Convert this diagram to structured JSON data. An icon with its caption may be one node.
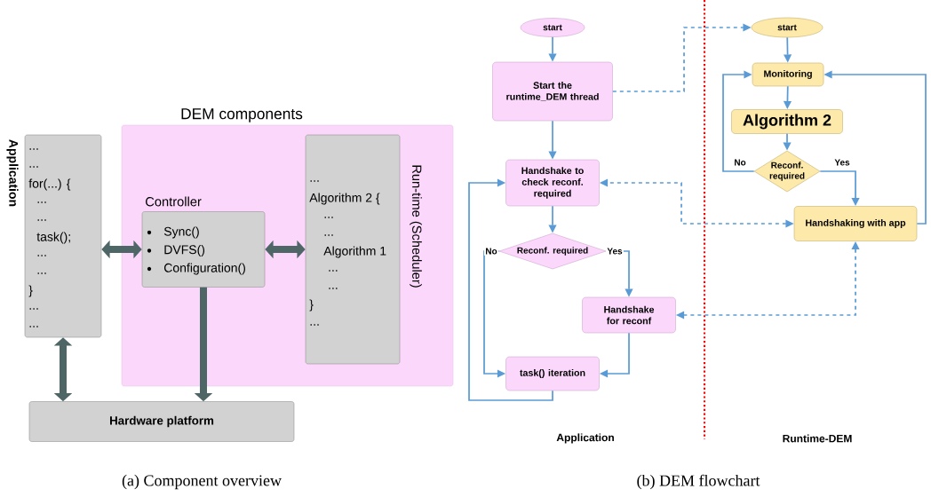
{
  "diagram": {
    "nodes": [
      {
        "text": [
          "DEM components"
        ]
      },
      {
        "text": [
          "...",
          "...",
          "for(...) {",
          "...",
          "...",
          "task();",
          "...",
          "...",
          "}",
          "...",
          "..."
        ],
        "beside": [
          "Application"
        ]
      },
      {
        "text": [
          "Controller",
          "Sync()",
          "DVFS()",
          "Configuration()"
        ],
        "in": 0
      },
      {
        "text": [
          "...",
          "Algorithm 2 {",
          "...",
          "...",
          "Algorithm 1",
          "...",
          "...",
          "}",
          "..."
        ],
        "beside": [
          "Run-time (Scheduler)"
        ],
        "in": 0
      },
      {
        "text": [
          "Hardware platform"
        ]
      },
      {
        "text": [
          "start"
        ]
      },
      {
        "text": [
          "Start the runtime_DEM thread"
        ]
      },
      {
        "text": [
          "Handshake to check reconf. required"
        ]
      },
      {
        "text": [
          "Reconf. required"
        ]
      },
      {
        "text": [
          "Handshake for reconf"
        ]
      },
      {
        "text": [
          "task() iteration"
        ]
      },
      {
        "text": [
          "start"
        ]
      },
      {
        "text": [
          "Monitoring"
        ]
      },
      {
        "text": [
          "Algorithm 2"
        ]
      },
      {
        "text": [
          "Reconf. required"
        ]
      },
      {
        "text": [
          "Handshaking with app"
        ]
      }
    ],
    "edges": [
      {
        "from": 1,
        "to": 2,
        "arrow": "both",
        "style": "thick",
        "color": "#4f6666"
      },
      {
        "from": 2,
        "to": 3,
        "arrow": "both",
        "style": "thick",
        "color": "#4f6666"
      },
      {
        "from": 1,
        "to": 4,
        "arrow": "both",
        "style": "thick",
        "color": "#4f6666"
      },
      {
        "from": 2,
        "to": 4,
        "arrow": "to",
        "style": "thick",
        "color": "#4f6666"
      },
      {
        "from": 5,
        "to": 6,
        "arrow": "to"
      },
      {
        "from": 6,
        "to": 7,
        "arrow": "to"
      },
      {
        "from": 7,
        "to": 8,
        "arrow": "to"
      },
      {
        "from": 8,
        "to": 10,
        "arrow": "to",
        "label": "No"
      },
      {
        "from": 8,
        "to": 9,
        "arrow": "to",
        "label": "Yes"
      },
      {
        "from": 9,
        "to": 10,
        "arrow": "to"
      },
      {
        "from": 10,
        "to": 7,
        "arrow": "to"
      },
      {
        "from": 6,
        "to": 11,
        "arrow": "to",
        "style": "dashed"
      },
      {
        "from": 15,
        "to": 7,
        "arrow": "both",
        "style": "dashed"
      },
      {
        "from": 15,
        "to": 9,
        "arrow": "both",
        "style": "dashed"
      },
      {
        "from": 11,
        "to": 12,
        "arrow": "to"
      },
      {
        "from": 12,
        "to": 13,
        "arrow": "to"
      },
      {
        "from": 13,
        "to": 14,
        "arrow": "to"
      },
      {
        "from": 14,
        "to": 12,
        "arrow": "to",
        "label": "No"
      },
      {
        "from": 14,
        "to": 15,
        "arrow": "to",
        "label": "Yes"
      },
      {
        "from": 15,
        "to": 12,
        "arrow": "to"
      }
    ],
    "labels": [
      "Application",
      "Runtime-DEM",
      "(a) Component overview",
      "(b) DEM flowchart"
    ]
  }
}
